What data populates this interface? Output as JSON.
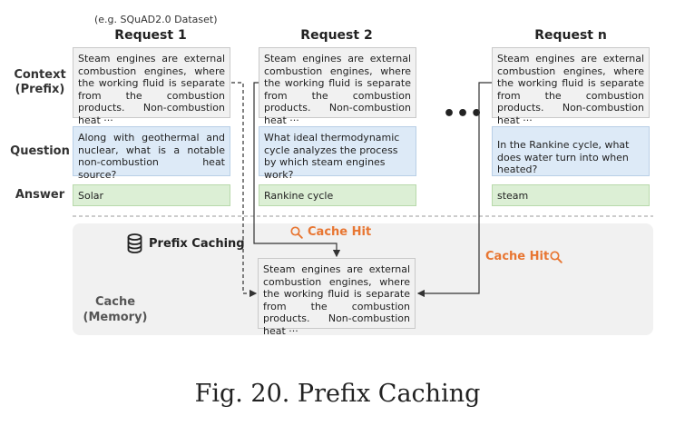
{
  "header": {
    "dataset_note": "(e.g. SQuAD2.0 Dataset)"
  },
  "row_labels": {
    "context": "Context\n(Prefix)",
    "question": "Question",
    "answer": "Answer"
  },
  "requests": [
    {
      "title": "Request 1",
      "context": "Steam engines are external combustion engines, where the working fluid is separate from the combustion products. Non-combustion heat ···",
      "question": "Along with geothermal and nuclear, what is a notable non-combustion heat source?",
      "answer": "Solar"
    },
    {
      "title": "Request 2",
      "context": "Steam engines are external combustion engines, where the working fluid is separate from the combustion products. Non-combustion heat ···",
      "question": "What ideal thermodynamic cycle analyzes the process by which steam engines work?",
      "answer": "Rankine cycle"
    },
    {
      "title": "Request n",
      "context": "Steam engines are external combustion engines, where the working fluid is separate from the combustion products. Non-combustion heat ···",
      "question": "In the Rankine cycle, what does water turn into when heated?",
      "answer": "steam"
    }
  ],
  "ellipsis": "•••",
  "cache": {
    "prefix_caching_label": "Prefix Caching",
    "cache_hit_left": "Cache Hit",
    "cache_hit_right": "Cache Hit",
    "memory_label": "Cache\n(Memory)",
    "cached_context": "Steam engines are external combustion engines, where the working fluid is separate from the combustion products. Non-combustion heat ···"
  },
  "icons": {
    "database": "database-icon",
    "search": "search-icon"
  },
  "colors": {
    "accent_orange": "#e87632",
    "context_bg": "#f1f1f1",
    "question_bg": "#ddeaf7",
    "answer_bg": "#dcefd5"
  },
  "caption": "Fig. 20.  Prefix Caching"
}
